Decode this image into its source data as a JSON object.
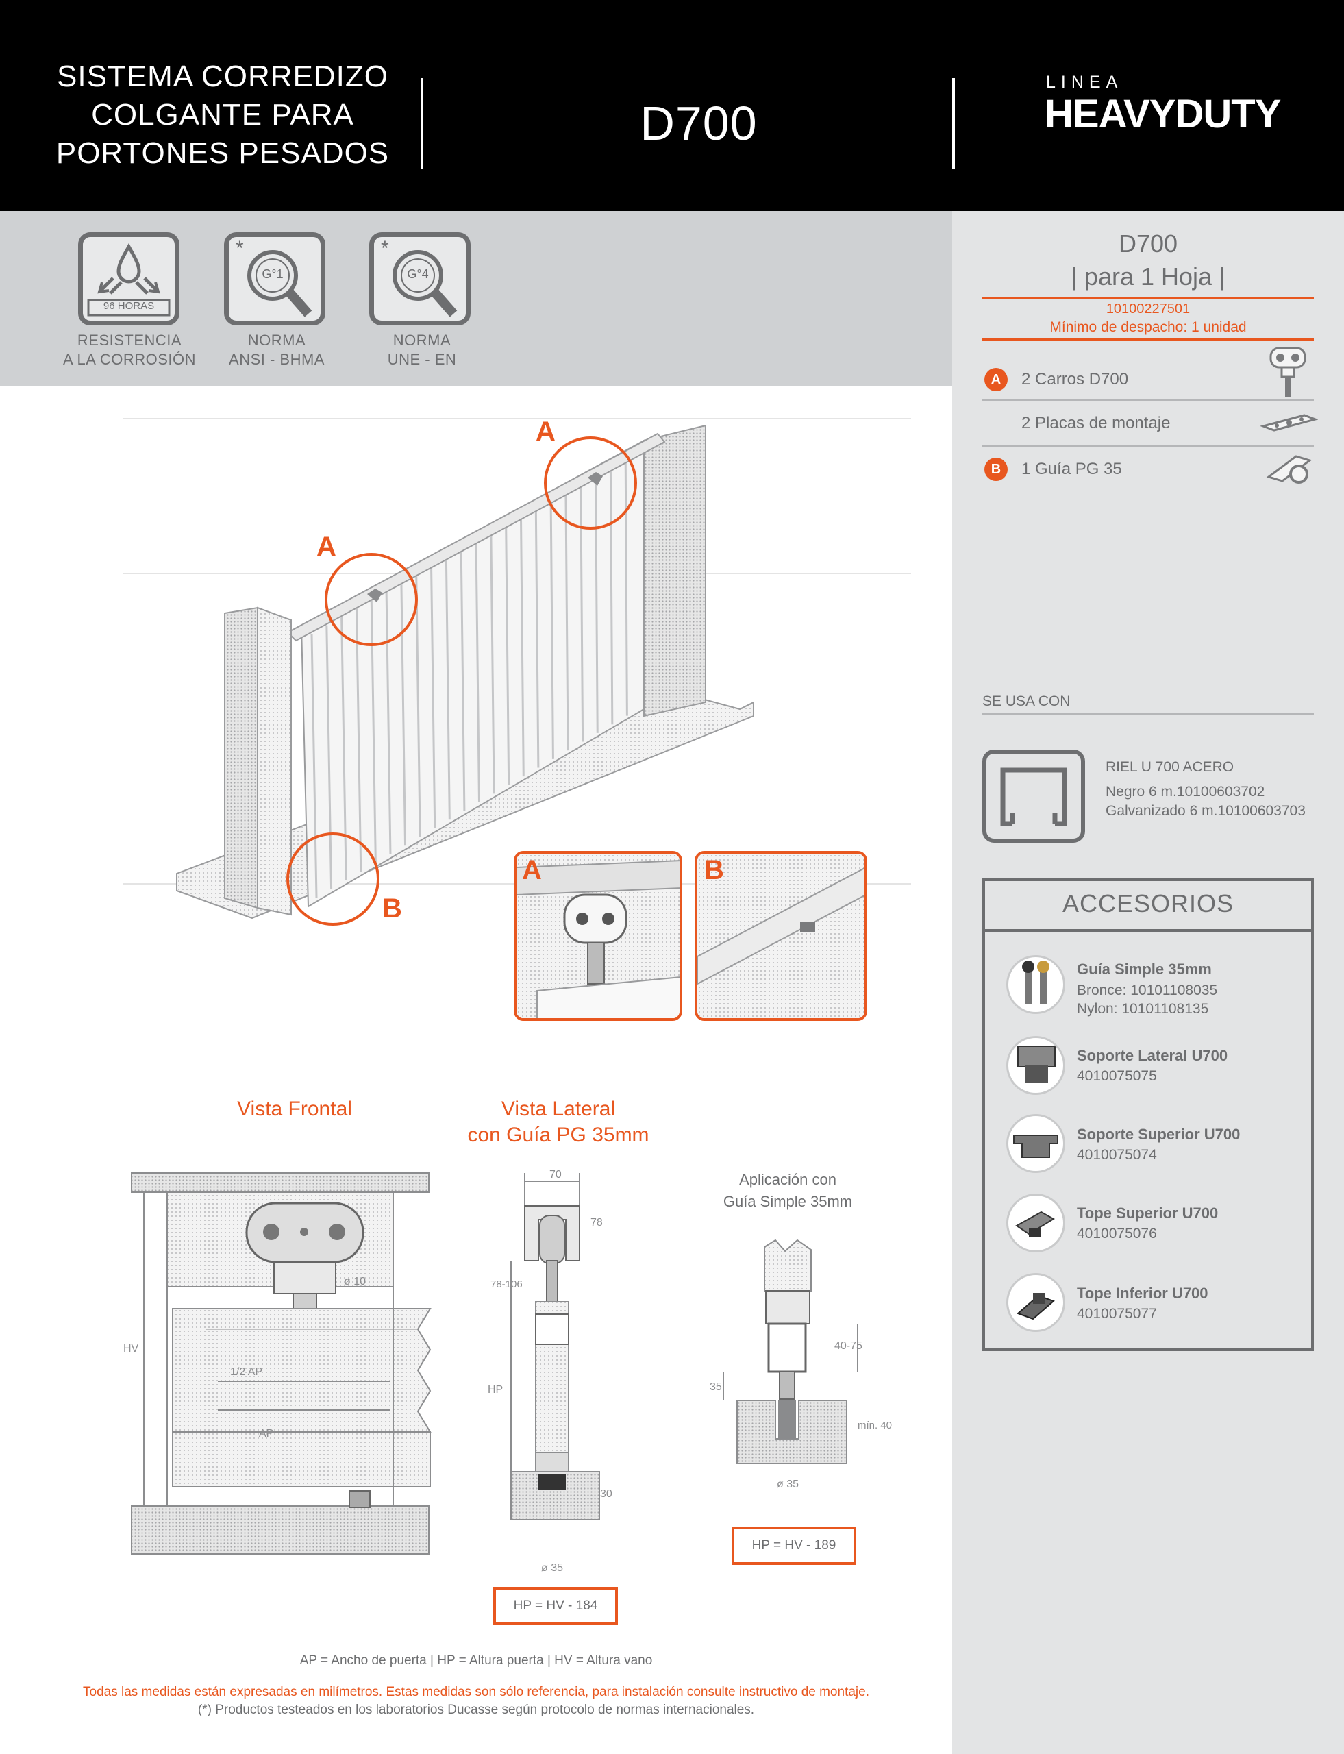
{
  "header": {
    "title_lines": [
      "SISTEMA CORREDIZO",
      "COLGANTE PARA",
      "PORTONES PESADOS"
    ],
    "model": "D700",
    "linea": "LINEA",
    "brand": "HEAVYDUTY"
  },
  "certs": [
    {
      "icon": "corrosion-drop-icon",
      "inner": "96 HORAS",
      "label1": "RESISTENCIA",
      "label2": "A LA CORROSIÓN"
    },
    {
      "icon": "magnifier-grade-icon",
      "inner": "G°1",
      "asterisk": "*",
      "label1": "NORMA",
      "label2": "ANSI - BHMA"
    },
    {
      "icon": "magnifier-grade-icon",
      "inner": "G°4",
      "asterisk": "*",
      "label1": "NORMA",
      "label2": "UNE - EN"
    }
  ],
  "product": {
    "model": "D700",
    "variant": "| para 1 Hoja |",
    "code": "10100227501",
    "min_dispatch": "Mínimo de despacho: 1 unidad",
    "items": [
      {
        "badge": "A",
        "text": "2 Carros D700",
        "icon": "trolley-icon"
      },
      {
        "badge": "",
        "text": "2 Placas de montaje",
        "icon": "mounting-plate-icon"
      },
      {
        "badge": "B",
        "text": "1 Guía PG 35",
        "icon": "guide-icon"
      }
    ]
  },
  "used_with": {
    "heading": "SE USA CON",
    "name": "RIEL U 700 ACERO",
    "line1": "Negro 6 m.10100603702",
    "line2": "Galvanizado 6 m.10100603703"
  },
  "accessories": {
    "heading": "ACCESORIOS",
    "items": [
      {
        "name": "Guía Simple 35mm",
        "codes": [
          "Bronce: 10101108035",
          "Nylon: 10101108135"
        ],
        "icon": "guide-pin-icon"
      },
      {
        "name": "Soporte Lateral U700",
        "codes": [
          "4010075075"
        ],
        "icon": "side-bracket-icon"
      },
      {
        "name": "Soporte Superior U700",
        "codes": [
          "4010075074"
        ],
        "icon": "top-bracket-icon"
      },
      {
        "name": "Tope Superior U700",
        "codes": [
          "4010075076"
        ],
        "icon": "top-stop-icon"
      },
      {
        "name": "Tope Inferior U700",
        "codes": [
          "4010075077"
        ],
        "icon": "bottom-stop-icon"
      }
    ]
  },
  "diagram": {
    "callout_a": "A",
    "callout_b": "B",
    "front_view": "Vista Frontal",
    "side_view_1": "Vista Lateral",
    "side_view_2": "con Guía PG 35mm",
    "app_1": "Aplicación con",
    "app_2": "Guía Simple 35mm",
    "formula_1": "HP = HV - 184",
    "formula_2": "HP = HV - 189",
    "dims": {
      "hv": "HV",
      "hp": "HP",
      "ap": "AP",
      "d10": "ø 10",
      "ap_half": "1/2 AP",
      "w70": "70",
      "h78": "78",
      "r78": "78-106",
      "d35": "ø 35",
      "g30": "30",
      "g35": "35",
      "r4075": "40-75",
      "min40": "mín. 40"
    }
  },
  "footer": {
    "legend": "AP = Ancho de puerta  | HP = Altura puerta  |  HV = Altura vano",
    "note": "Todas las medidas están expresadas en milímetros. Estas medidas son sólo referencia, para instalación consulte instructivo de montaje.",
    "asterisk_note": "(*) Productos testeados en los laboratorios Ducasse según protocolo de normas internacionales."
  },
  "colors": {
    "accent": "#e8571f",
    "header_bg": "#000000",
    "sidebar_bg": "#e3e4e5",
    "cert_bg": "#cfd1d3",
    "text": "#6d6e70"
  }
}
